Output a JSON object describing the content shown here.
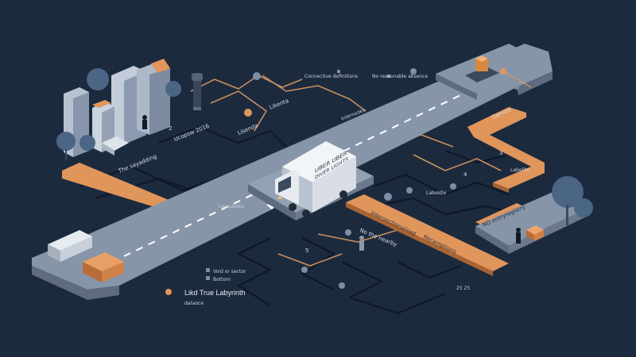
{
  "colors": {
    "background": "#1c2a3e",
    "road": "#8795a8",
    "road_shadow": "#5e6b80",
    "orange_path": "#e0955a",
    "line_tan": "#c98f5c",
    "line_dark": "#0f1826",
    "dot": "#7d8ea6",
    "truck_body": "#eef1f5"
  },
  "labels": {
    "connective_definitions": "Connective definitions",
    "no_reasonable_absence": "No reasonable absence",
    "number_2": "2",
    "ucopsw_2016": "Ucopsw 2016",
    "likenta": "Likenta",
    "lisenda": "Lisenda",
    "short_connector": "Internodes",
    "the_sayadding": "The sayadding",
    "layouteite": "Layouteite",
    "truck_line_1": "UBER UBER",
    "truck_line_2": "DIVER LIGHTS",
    "samsid": "Samsid",
    "number_3": "3",
    "number_4": "4",
    "labelite": "Labelite",
    "labeldle": "Labeldle",
    "no_entry_register": "NO entryregistry",
    "intersectional_left": "Intersectionalised",
    "intersectional_right": "Recamptions",
    "no_the_nearby": "No the nearby",
    "number_5": "5",
    "void_or_sector": "Void or sector",
    "bottom": "Bottom",
    "lokd_true_labyrinth": "Likd True Labyrinth",
    "dataoce": "dataoce",
    "number_25_25": "25 25"
  },
  "icons": {
    "truck": "delivery-truck-icon",
    "van": "van-icon",
    "warehouse": "warehouse-icon",
    "tree": "tree-icon",
    "person": "person-icon",
    "robot_arm": "robot-arm-icon",
    "package": "package-icon"
  }
}
